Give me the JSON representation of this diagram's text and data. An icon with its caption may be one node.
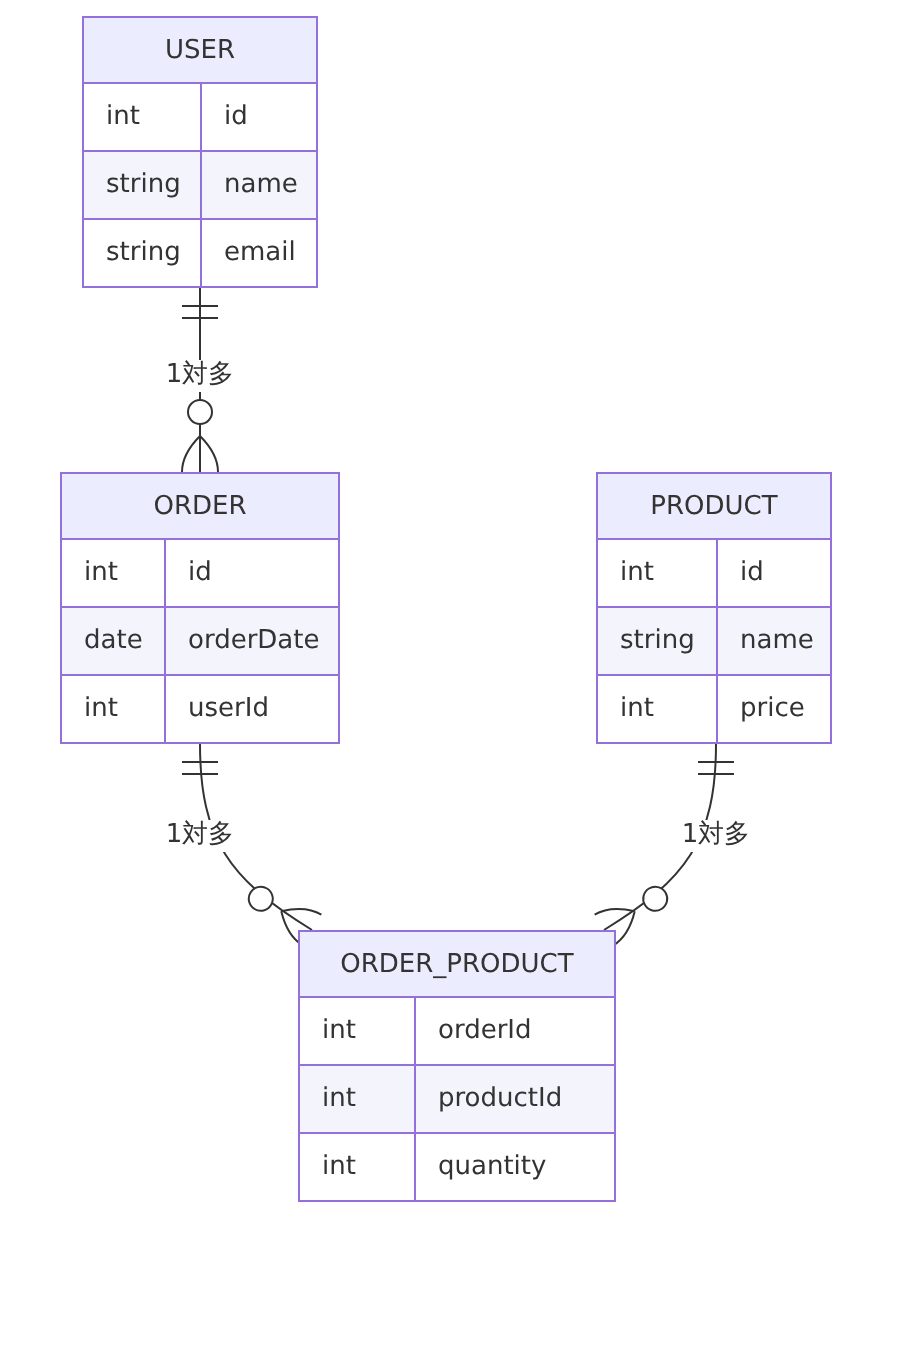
{
  "diagram": {
    "nodes": [
      {
        "text": [
          "USER",
          "int",
          "id",
          "string",
          "name",
          "string",
          "email"
        ]
      },
      {
        "text": [
          "ORDER",
          "int",
          "id",
          "date",
          "orderDate",
          "int",
          "userId"
        ]
      },
      {
        "text": [
          "PRODUCT",
          "int",
          "id",
          "string",
          "name",
          "int",
          "price"
        ]
      },
      {
        "text": [
          "ORDER_PRODUCT",
          "int",
          "orderId",
          "int",
          "productId",
          "int",
          "quantity"
        ]
      }
    ],
    "edges": [
      {
        "from": 0,
        "to": 1,
        "arrow": "other",
        "label": "1対多"
      },
      {
        "from": 1,
        "to": 3,
        "arrow": "other",
        "label": "1対多"
      },
      {
        "from": 2,
        "to": 3,
        "arrow": "other",
        "label": "1対多"
      }
    ]
  }
}
